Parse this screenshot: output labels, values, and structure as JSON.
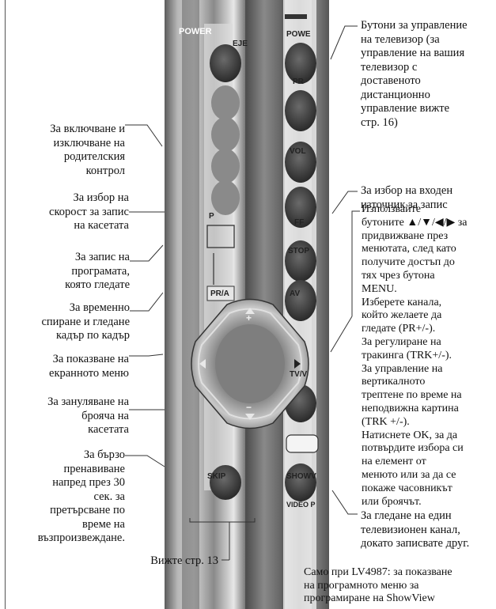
{
  "remote": {
    "power_label": "POWER",
    "eject_label": "EJE",
    "tv_power_label": "POWE",
    "pr_label": "PR",
    "vol_label": "VOL",
    "ff_label": "FF",
    "stop_label": "STOP",
    "p_label": "P",
    "pr_a_label": "PR/A",
    "av_label": "AV",
    "tv_vcr_label": "TV/V",
    "skip_label": "SKIP",
    "showview_label": "SHOWV",
    "video_label": "VIDEO P",
    "plus_sign": "+",
    "minus_sign": "−"
  },
  "left_labels": [
    "За включване и\nизключване на\nродителския\nконтрол",
    "За избор на\nскорост за запис\nна касетата",
    "За запис на\nпрограмата,\nкоято гледате",
    "За временно\nспиране и гледане\nкадър по кадър",
    "За показване на\nекранното меню",
    "За зануляване на\nброяча на\nкасетата",
    "За бързо\nпренавиване\nнапред през 30\nсек. за\nпретърсване по\nвреме на\nвъзпроизвеждане."
  ],
  "right_labels": {
    "tv_buttons": "Бутони за управление\nна телевизор (за\nуправление на вашия\nтелевизор с\nдоставеното\nдистанционно\nуправление вижте\nстр. 16)",
    "input_source": "За избор на входен\nизточник за запис",
    "menu_navigation": "Използвайте\nбутоните ▲/▼/◀/▶ за\nпридвижване през\nменютата, след като\nполучите достъп до\nтях чрез бутона\nMENU.\nИзберете канала,\nкойто желаете да\nгледате (PR+/-).\nЗа регулиране на\nтракинга (TRK+/-).\nЗа управление на\nвертикалното\nтрептене по време на\nнеподвижна картина\n(TRK +/-).\nНатиснете OK, за да\nпотвърдите избора си\nна елемент от\nменюто или за да се\nпокаже часовникът\nили броячът.",
    "tv_watch": "За гледане на един\nтелевизионен канал,\nдокато записвате друг."
  },
  "bottom_labels": {
    "see_page": "Вижте стр. 13",
    "showview_note": "Само при LV4987: за показване\nна програмното меню за\nпрограмиране на ShowView"
  },
  "colors": {
    "remote_body": "#9a9a9a",
    "remote_dark": "#3a3a3a",
    "remote_light": "#e6e6e6",
    "leader_line": "#333333"
  }
}
